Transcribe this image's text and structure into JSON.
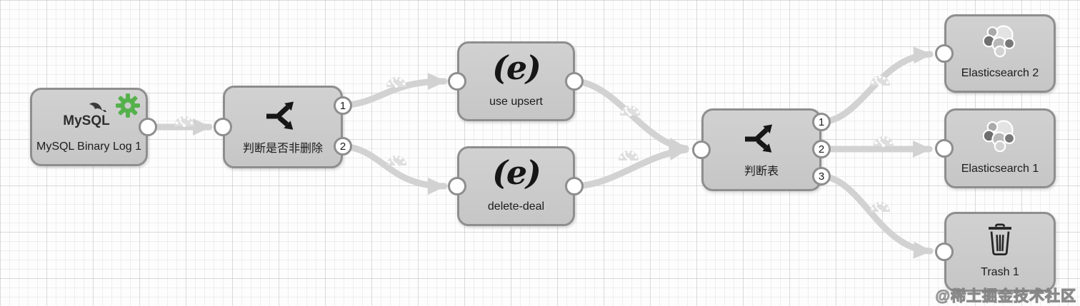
{
  "diagram": {
    "watermark": "@稀土掘金技术社区",
    "nodes": {
      "mysql": {
        "label": "MySQL Binary Log 1",
        "logo_text": "MySQL",
        "icon": "mysql-logo-icon",
        "badge": "gear-icon"
      },
      "judge_delete": {
        "label": "判断是否非删除",
        "icon": "branch-arrows-icon",
        "ports": [
          "1",
          "2"
        ]
      },
      "use_upsert": {
        "label": "use upsert",
        "logo_text": "(e)",
        "icon": "e-script-logo-icon"
      },
      "delete_deal": {
        "label": "delete-deal",
        "logo_text": "(e)",
        "icon": "e-script-logo-icon"
      },
      "judge_table": {
        "label": "判断表",
        "icon": "branch-arrows-icon",
        "ports": [
          "1",
          "2",
          "3"
        ]
      },
      "es2": {
        "label": "Elasticsearch 2",
        "icon": "elasticsearch-logo-icon"
      },
      "es1": {
        "label": "Elasticsearch 1",
        "icon": "elasticsearch-logo-icon"
      },
      "trash": {
        "label": "Trash 1",
        "icon": "trash-icon"
      }
    },
    "edges": [
      {
        "from": "mysql",
        "to": "judge_delete",
        "icon": "gauge-icon"
      },
      {
        "from": "judge_delete.1",
        "to": "use_upsert",
        "icon": "gauge-icon"
      },
      {
        "from": "judge_delete.2",
        "to": "delete_deal",
        "icon": "gauge-icon"
      },
      {
        "from": "use_upsert",
        "to": "judge_table",
        "icon": "gauge-icon"
      },
      {
        "from": "delete_deal",
        "to": "judge_table",
        "icon": "gauge-icon"
      },
      {
        "from": "judge_table.1",
        "to": "es2",
        "icon": "gauge-icon"
      },
      {
        "from": "judge_table.2",
        "to": "es1",
        "icon": "gauge-icon"
      },
      {
        "from": "judge_table.3",
        "to": "trash",
        "icon": "gauge-icon"
      }
    ],
    "colors": {
      "node_fill": "#cbcbcb",
      "node_border": "#8e8e8e",
      "edge": "#d2d2d2",
      "port_border": "#8e8e8e",
      "gear_green": "#55b14b"
    }
  }
}
